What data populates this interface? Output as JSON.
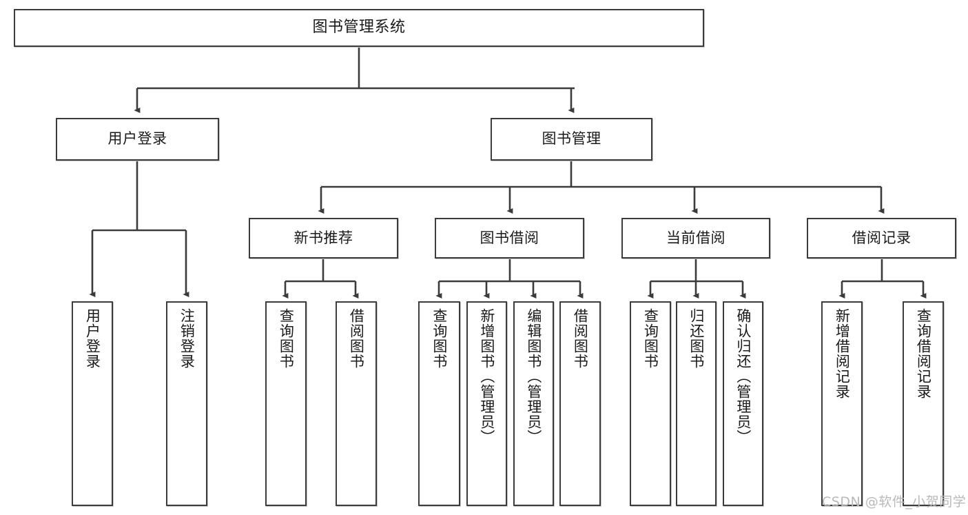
{
  "diagram": {
    "title": "图书管理系统",
    "type": "tree-hierarchy",
    "root": {
      "label": "图书管理系统"
    },
    "level2": [
      {
        "label": "用户登录"
      },
      {
        "label": "图书管理"
      }
    ],
    "level3": [
      {
        "label": "新书推荐"
      },
      {
        "label": "图书借阅"
      },
      {
        "label": "当前借阅"
      },
      {
        "label": "借阅记录"
      }
    ],
    "leaves": {
      "user_login": [
        {
          "label": "用户登录"
        },
        {
          "label": "注销登录"
        }
      ],
      "new_book": [
        {
          "label": "查询图书"
        },
        {
          "label": "借阅图书"
        }
      ],
      "borrow_book": [
        {
          "label": "查询图书"
        },
        {
          "label": "新增图书（管理员）"
        },
        {
          "label": "编辑图书（管理员）"
        },
        {
          "label": "借阅图书"
        }
      ],
      "current_borrow": [
        {
          "label": "查询图书"
        },
        {
          "label": "归还图书"
        },
        {
          "label": "确认归还（管理员）"
        }
      ],
      "borrow_record": [
        {
          "label": "新增借阅记录"
        },
        {
          "label": "查询借阅记录"
        }
      ]
    }
  },
  "watermark": {
    "text": "CSDN @软件_小贺同学"
  },
  "colors": {
    "stroke": "#3b3b3b",
    "node_fill": "#ffffff",
    "text": "#1a1a1a",
    "watermark": "#b9b9b9",
    "background": "#ffffff"
  }
}
